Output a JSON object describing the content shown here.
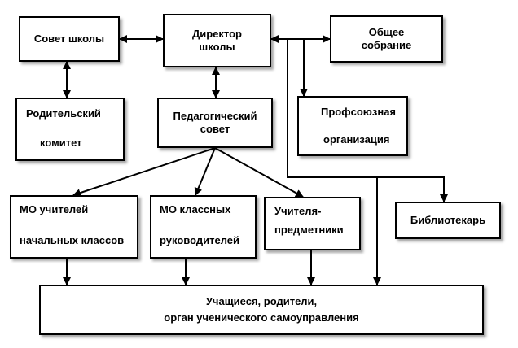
{
  "nodes": {
    "school_council": {
      "line1": "Совет  школы"
    },
    "director": {
      "line1": "Директор",
      "line2": "школы"
    },
    "general_meeting": {
      "line1": "Общее",
      "line2": "собрание"
    },
    "parent_committee": {
      "line1": "Родительский",
      "line2": "комитет"
    },
    "pedagogical_council": {
      "line1": "Педагогический",
      "line2": "совет"
    },
    "trade_union": {
      "line1": "Профсоюзная",
      "line2": "организация"
    },
    "mo_primary": {
      "line1": "МО учителей",
      "line2": "начальных классов"
    },
    "mo_class_teachers": {
      "line1": "МО  классных",
      "line2": "руководителей"
    },
    "subject_teachers": {
      "line1": "Учителя-",
      "line2": "предметники"
    },
    "librarian": {
      "line1": "Библиотекарь"
    },
    "students": {
      "line1": "Учащиеся, родители,",
      "line2": "орган ученического самоуправления"
    }
  }
}
